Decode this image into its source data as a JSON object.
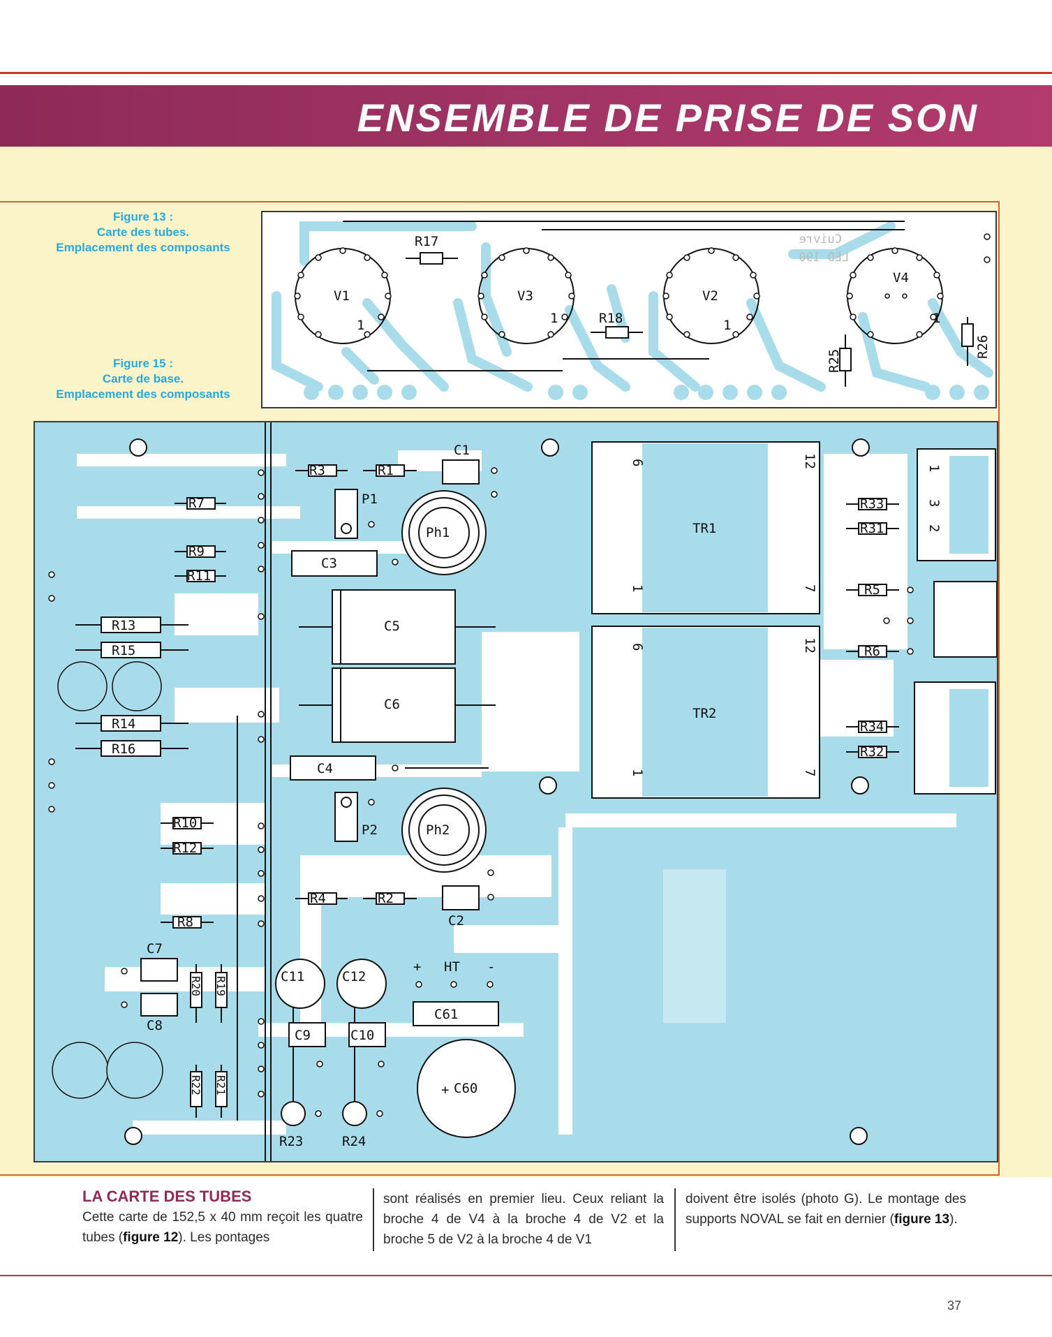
{
  "header": {
    "title": "ENSEMBLE DE PRISE DE SON"
  },
  "figures": {
    "fig13": {
      "line1": "Figure 13 :",
      "line2": "Carte des tubes.",
      "line3": "Emplacement des composants"
    },
    "fig15": {
      "line1": "Figure 15 :",
      "line2": "Carte de base.",
      "line3": "Emplacement des composants"
    }
  },
  "tube_board": {
    "tubes": [
      "V1",
      "V3",
      "V2",
      "V4"
    ],
    "pin1": "1",
    "resistors": [
      "R17",
      "R18",
      "R25",
      "R26"
    ],
    "mirror_text": [
      "Cuivre",
      "LED 190"
    ]
  },
  "base_board": {
    "resistors": [
      "R3",
      "R1",
      "R7",
      "R9",
      "R11",
      "R13",
      "R15",
      "R14",
      "R16",
      "R10",
      "R12",
      "R8",
      "R4",
      "R2",
      "R20",
      "R19",
      "R22",
      "R21",
      "R33",
      "R31",
      "R5",
      "R6",
      "R34",
      "R32"
    ],
    "capacitors": [
      "C1",
      "C3",
      "C5",
      "C6",
      "C4",
      "C2",
      "C7",
      "C8",
      "C11",
      "C12",
      "C9",
      "C10",
      "C61",
      "C60"
    ],
    "pots": [
      "P1",
      "P2"
    ],
    "phones": [
      "Ph1",
      "Ph2"
    ],
    "transformers": [
      "TR1",
      "TR2"
    ],
    "trimmers": [
      "R23",
      "R24"
    ],
    "ht": {
      "label": "HT",
      "plus": "+",
      "minus": "-"
    },
    "pin_labels": [
      "6",
      "12",
      "1",
      "7"
    ],
    "connector_pins": [
      "1",
      "3",
      "2"
    ]
  },
  "article": {
    "heading": "LA CARTE DES TUBES",
    "col1": "Cette carte de 152,5 x 40 mm reçoit les quatre tubes (",
    "col1_bold": "figure 12",
    "col1_end": "). Les pontages",
    "col2": "sont réalisés en premier lieu. Ceux reliant la broche 4 de V4 à la broche 4 de V2 et la broche 5 de V2 à la broche 4 de V1",
    "col3": "doivent être isolés (photo G). Le montage des supports NOVAL se fait en dernier (",
    "col3_bold": "figure 13",
    "col3_end": ")."
  },
  "page_number": "37"
}
